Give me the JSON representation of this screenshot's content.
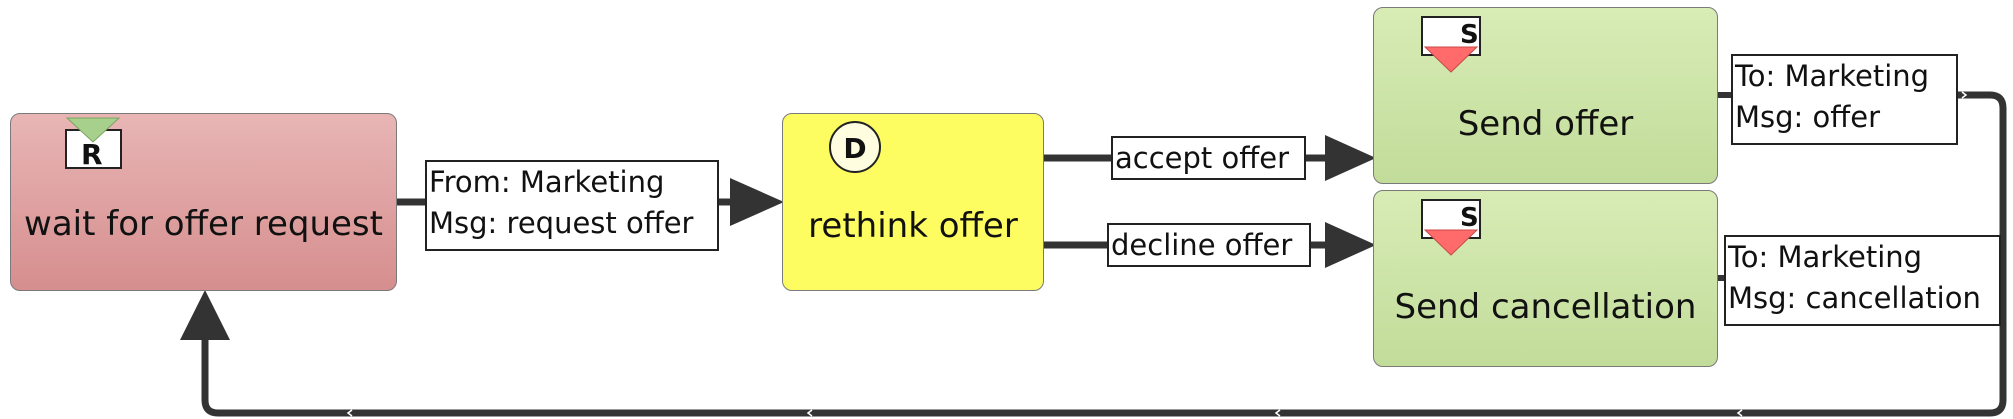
{
  "colors": {
    "receive_state_top": "#e8b5b5",
    "receive_state_bottom": "#d99090",
    "decision_state": "#fdfd62",
    "send_state_top": "#d8ecb6",
    "send_state_bottom": "#c2dc9a",
    "edge": "#333333",
    "send_marker": "#ff6b6b",
    "receive_marker": "#a6d08c"
  },
  "states": {
    "wait_for_offer_request": {
      "label": "wait for offer request",
      "badge_letter": "R"
    },
    "rethink_offer": {
      "label": "rethink offer",
      "badge_letter": "D"
    },
    "send_offer": {
      "label": "Send offer",
      "badge_letter": "S"
    },
    "send_cancellation": {
      "label": "Send cancellation",
      "badge_letter": "S"
    }
  },
  "messages": {
    "incoming": {
      "line1": "From: Marketing",
      "line2": "Msg: request offer"
    },
    "offer": {
      "line1": "To: Marketing",
      "line2": "Msg: offer"
    },
    "cancellation": {
      "line1": "To: Marketing",
      "line2": "Msg: cancellation"
    }
  },
  "edges": {
    "accept": "accept offer",
    "decline": "decline offer"
  }
}
